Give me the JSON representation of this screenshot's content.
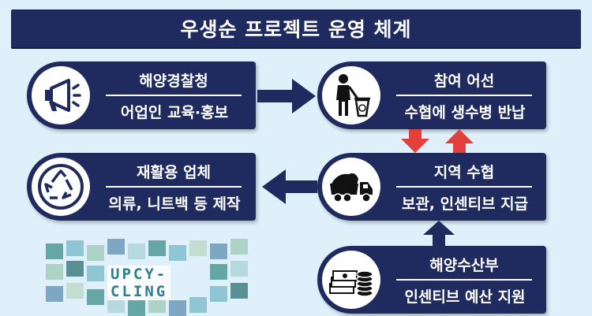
{
  "title": "우생순 프로젝트 운영 체계",
  "nodes": {
    "coast_guard": {
      "top": "해양경찰청",
      "bottom": "어업인 교육·홍보",
      "icon": "megaphone-icon"
    },
    "vessels": {
      "top": "참여 어선",
      "bottom": "수협에 생수병 반납",
      "icon": "trash-can-icon"
    },
    "recycler": {
      "top": "재활용 업체",
      "bottom": "의류, 니트백 등 제작",
      "icon": "recycle-icon"
    },
    "suhyup": {
      "top": "지역 수협",
      "bottom": "보관, 인센티브 지급",
      "icon": "dump-truck-icon"
    },
    "ministry": {
      "top": "해양수산부",
      "bottom": "인센티브 예산 지원",
      "icon": "money-stack-icon"
    }
  },
  "upcycling": {
    "line1": "UPCY-",
    "line2": "CLING"
  },
  "colors": {
    "navy": "#1f2b5e",
    "red_arrow": "#e2403a",
    "background": "#dff0fb"
  }
}
